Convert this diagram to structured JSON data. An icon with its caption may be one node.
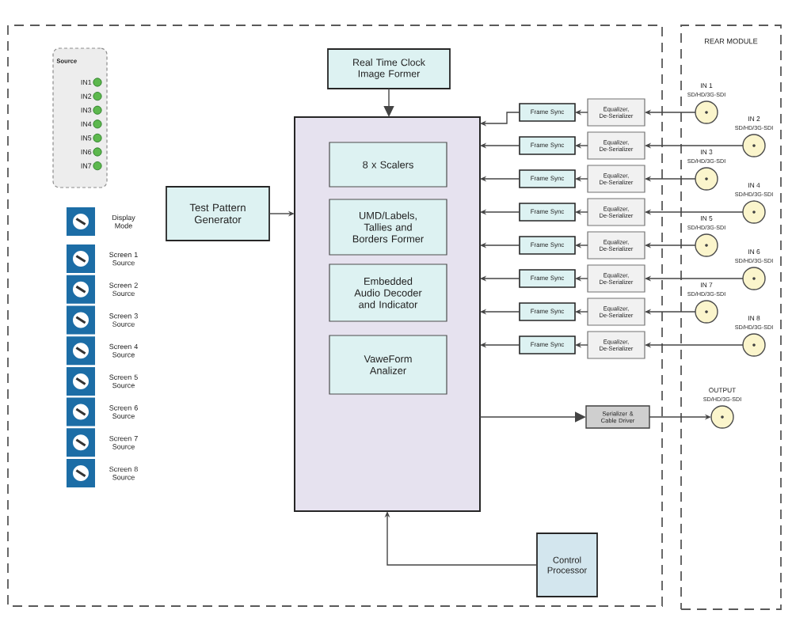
{
  "diagram": {
    "nodes": [
      {
        "text": [
          "Source",
          "IN1",
          "IN2",
          "IN3",
          "IN4",
          "IN5",
          "IN6",
          "IN7"
        ]
      },
      {
        "text": [
          "Real Time Clock Image Former"
        ]
      },
      {
        "text": [
          "Test Pattern Generator"
        ]
      },
      {
        "text": [],
        "shape": "box"
      },
      {
        "text": [
          "8 x Scalers"
        ],
        "in": 3
      },
      {
        "text": [
          "UMD/Labels, Tallies and Borders Former"
        ],
        "in": 3
      },
      {
        "text": [
          "Embedded Audio Decoder and Indicator"
        ],
        "in": 3
      },
      {
        "text": [
          "VaweForm Analizer"
        ],
        "in": 3
      },
      {
        "text": [
          "REAR MODULE"
        ]
      },
      {
        "text": [
          "Frame Sync"
        ]
      },
      {
        "text": [
          "Equalizer, De-Serializer"
        ]
      },
      {
        "text": [
          "IN 1",
          "SD/HD/3G-SDI"
        ],
        "in": 8
      },
      {
        "text": [
          "Frame Sync"
        ]
      },
      {
        "text": [
          "Equalizer, De-Serializer"
        ]
      },
      {
        "text": [
          "IN 2",
          "SD/HD/3G-SDI"
        ],
        "in": 8
      },
      {
        "text": [
          "Frame Sync"
        ]
      },
      {
        "text": [
          "Equalizer, De-Serializer"
        ]
      },
      {
        "text": [
          "IN 3",
          "SD/HD/3G-SDI"
        ],
        "in": 8
      },
      {
        "text": [
          "Frame Sync"
        ]
      },
      {
        "text": [
          "Equalizer, De-Serializer"
        ]
      },
      {
        "text": [
          "IN 4",
          "SD/HD/3G-SDI"
        ],
        "in": 8
      },
      {
        "text": [
          "Frame Sync"
        ]
      },
      {
        "text": [
          "Equalizer, De-Serializer"
        ]
      },
      {
        "text": [
          "IN 5",
          "SD/HD/3G-SDI"
        ],
        "in": 8
      },
      {
        "text": [
          "Frame Sync"
        ]
      },
      {
        "text": [
          "Equalizer, De-Serializer"
        ]
      },
      {
        "text": [
          "IN 6",
          "SD/HD/3G-SDI"
        ],
        "in": 8
      },
      {
        "text": [
          "Frame Sync"
        ]
      },
      {
        "text": [
          "Equalizer, De-Serializer"
        ]
      },
      {
        "text": [
          "IN 7",
          "SD/HD/3G-SDI"
        ],
        "in": 8
      },
      {
        "text": [
          "Frame Sync"
        ]
      },
      {
        "text": [
          "Equalizer, De-Serializer"
        ]
      },
      {
        "text": [
          "IN 8",
          "SD/HD/3G-SDI"
        ],
        "in": 8
      },
      {
        "text": [
          "Serializer & Cable Driver"
        ]
      },
      {
        "text": [
          "OUTPUT",
          "SD/HD/3G-SDI"
        ],
        "in": 8
      },
      {
        "text": [
          "Control Processor"
        ]
      }
    ],
    "edges": [
      {
        "from": 2,
        "to": 3,
        "arrow": "to"
      },
      {
        "from": 1,
        "to": 3,
        "arrow": "to"
      },
      {
        "from": 11,
        "to": 10,
        "arrow": "to"
      },
      {
        "from": 10,
        "to": 9,
        "arrow": "to"
      },
      {
        "from": 9,
        "to": 3,
        "arrow": "to"
      },
      {
        "from": 14,
        "to": 13,
        "arrow": "to"
      },
      {
        "from": 13,
        "to": 12,
        "arrow": "to"
      },
      {
        "from": 12,
        "to": 3,
        "arrow": "to"
      },
      {
        "from": 17,
        "to": 16,
        "arrow": "to"
      },
      {
        "from": 16,
        "to": 15,
        "arrow": "to"
      },
      {
        "from": 15,
        "to": 3,
        "arrow": "to"
      },
      {
        "from": 20,
        "to": 19,
        "arrow": "to"
      },
      {
        "from": 19,
        "to": 18,
        "arrow": "to"
      },
      {
        "from": 18,
        "to": 3,
        "arrow": "to"
      },
      {
        "from": 23,
        "to": 22,
        "arrow": "to"
      },
      {
        "from": 22,
        "to": 21,
        "arrow": "to"
      },
      {
        "from": 21,
        "to": 3,
        "arrow": "to"
      },
      {
        "from": 26,
        "to": 25,
        "arrow": "to"
      },
      {
        "from": 25,
        "to": 24,
        "arrow": "to"
      },
      {
        "from": 24,
        "to": 3,
        "arrow": "to"
      },
      {
        "from": 29,
        "to": 28,
        "arrow": "to"
      },
      {
        "from": 28,
        "to": 27,
        "arrow": "to"
      },
      {
        "from": 27,
        "to": 3,
        "arrow": "to"
      },
      {
        "from": 32,
        "to": 31,
        "arrow": "to"
      },
      {
        "from": 31,
        "to": 30,
        "arrow": "to"
      },
      {
        "from": 30,
        "to": 3,
        "arrow": "to"
      },
      {
        "from": 3,
        "to": 33,
        "arrow": "to"
      },
      {
        "from": 33,
        "to": 34,
        "arrow": "to"
      },
      {
        "from": 35,
        "to": 3,
        "arrow": "to"
      }
    ],
    "labels": [
      "Display Mode",
      "Screen 1 Source",
      "Screen 2 Source",
      "Screen 3 Source",
      "Screen 4 Source",
      "Screen 5 Source",
      "Screen 6 Source",
      "Screen 7 Source",
      "Screen 8 Source"
    ]
  }
}
